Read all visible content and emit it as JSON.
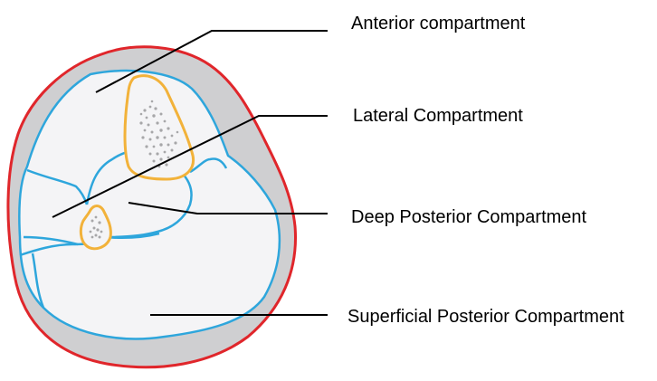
{
  "labels": {
    "anterior": "Anterior compartment",
    "lateral": "Lateral Compartment",
    "deep_posterior": "Deep Posterior Compartment",
    "superficial_posterior": "Superficial Posterior Compartment"
  },
  "colors": {
    "skin_outline": "#e0262b",
    "subcutaneous_fill": "#cfcfd1",
    "compartment_fill": "#f4f4f6",
    "fascia_lines": "#2ea6dc",
    "bone_outline": "#f2b23a",
    "bone_marrow_dots": "#a7a7a9",
    "leader_lines": "#000000"
  }
}
